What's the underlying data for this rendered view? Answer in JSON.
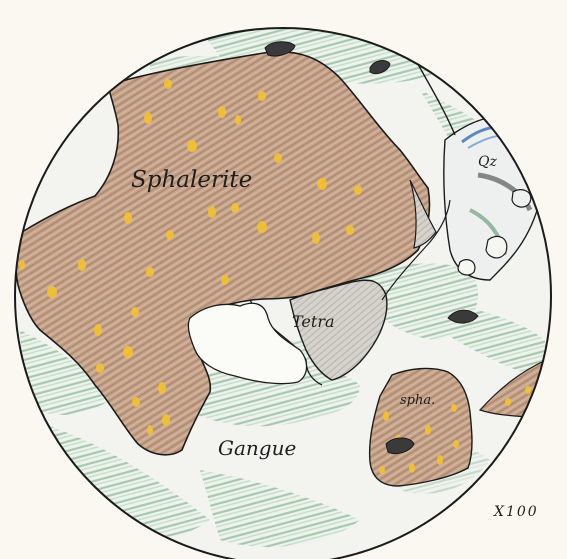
{
  "labels": {
    "sphalerite": "Sphalerite",
    "tetra": "Tetra",
    "gangue": "Gangue",
    "spha": "spha.",
    "qz": "Qz",
    "magnification": "X100"
  },
  "colors": {
    "paper": "#fbf8f1",
    "sphalerite": "#b8937a",
    "sphalerite_dark": "#9c7258",
    "tetrahedrite": "#cfccc6",
    "gangue_green": "#7fb28e",
    "quartz_blue": "#3e78b5",
    "inclusion_dark": "#3a3a3a",
    "yellow_grain": "#f3c22f",
    "ink": "#1b1b1b"
  }
}
